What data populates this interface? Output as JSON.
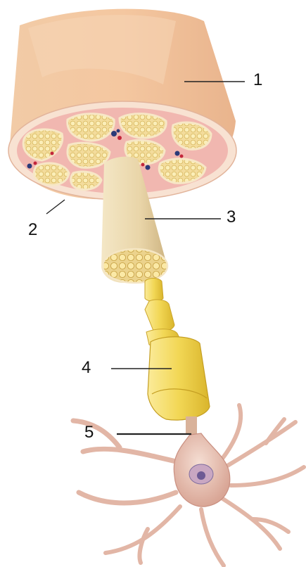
{
  "labels": [
    "1",
    "2",
    "3",
    "4",
    "5"
  ],
  "colors": {
    "nerve": "#efc09a",
    "perineurium": "#f1b7b0",
    "fascicle": "#f3dc9c",
    "fiber": "#fbe9a6",
    "fascicle_stalk": "#e9d5a8",
    "myelin": "#f3d84f",
    "neuron": "#e2b6a6",
    "nucleus": "#8b7fb0",
    "leader": "#222222"
  }
}
